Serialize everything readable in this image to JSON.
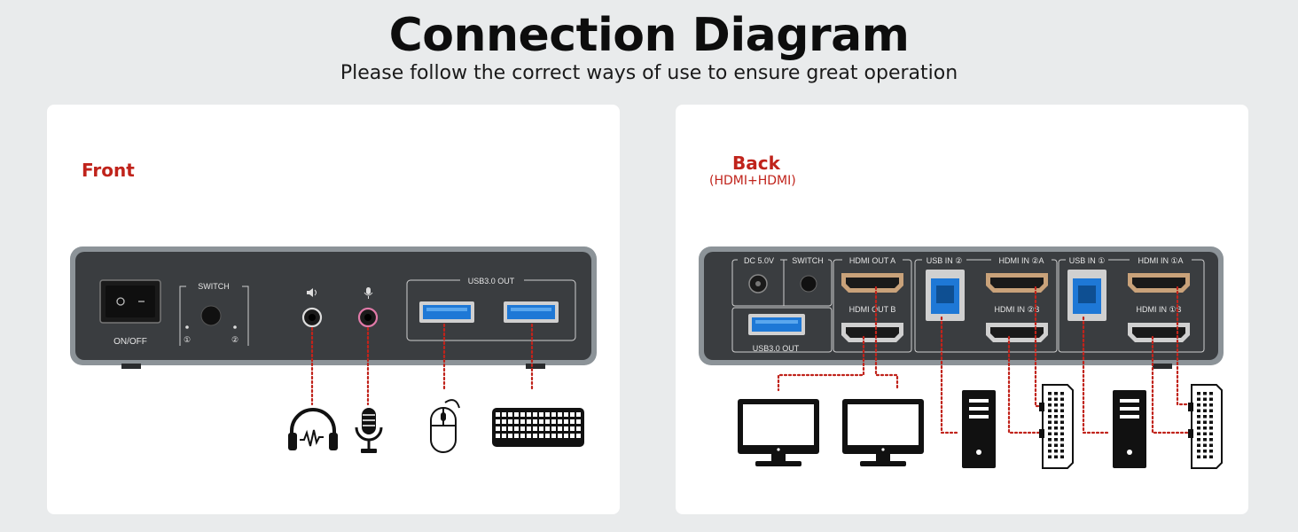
{
  "header": {
    "title": "Connection Diagram",
    "subtitle": "Please follow the correct ways of use to ensure great operation"
  },
  "front": {
    "label": "Front",
    "on_off": "ON/OFF",
    "switch": "SWITCH",
    "switch_1": "①",
    "switch_2": "②",
    "usb_out": "USB3.0 OUT",
    "devices": [
      "headphones-icon",
      "microphone-icon",
      "mouse-icon",
      "keyboard-icon"
    ]
  },
  "back": {
    "label": "Back",
    "sublabel": "(HDMI+HDMI)",
    "dc": "DC 5.0V",
    "switch": "SWITCH",
    "hdmi_out_a": "HDMI OUT A",
    "hdmi_out_b": "HDMI OUT B",
    "usb_out": "USB3.0 OUT",
    "usb_in_2": "USB IN ②",
    "hdmi_in_2a": "HDMI IN ②A",
    "hdmi_in_2b": "HDMI IN ②B",
    "usb_in_1": "USB IN ①",
    "hdmi_in_1a": "HDMI IN ①A",
    "hdmi_in_1b": "HDMI IN ①B",
    "devices": [
      "monitor-icon",
      "monitor-icon",
      "pc-tower-icon",
      "graphics-card-icon",
      "pc-tower-icon",
      "graphics-card-icon"
    ]
  },
  "colors": {
    "accent": "#c0231b",
    "device_body": "#3a3d40",
    "device_frame": "#8c9398",
    "usb_blue": "#1e78d6",
    "hdmi_gold": "#c9a27a",
    "panel_bg": "#ffffff",
    "page_bg": "#e9ebec"
  }
}
